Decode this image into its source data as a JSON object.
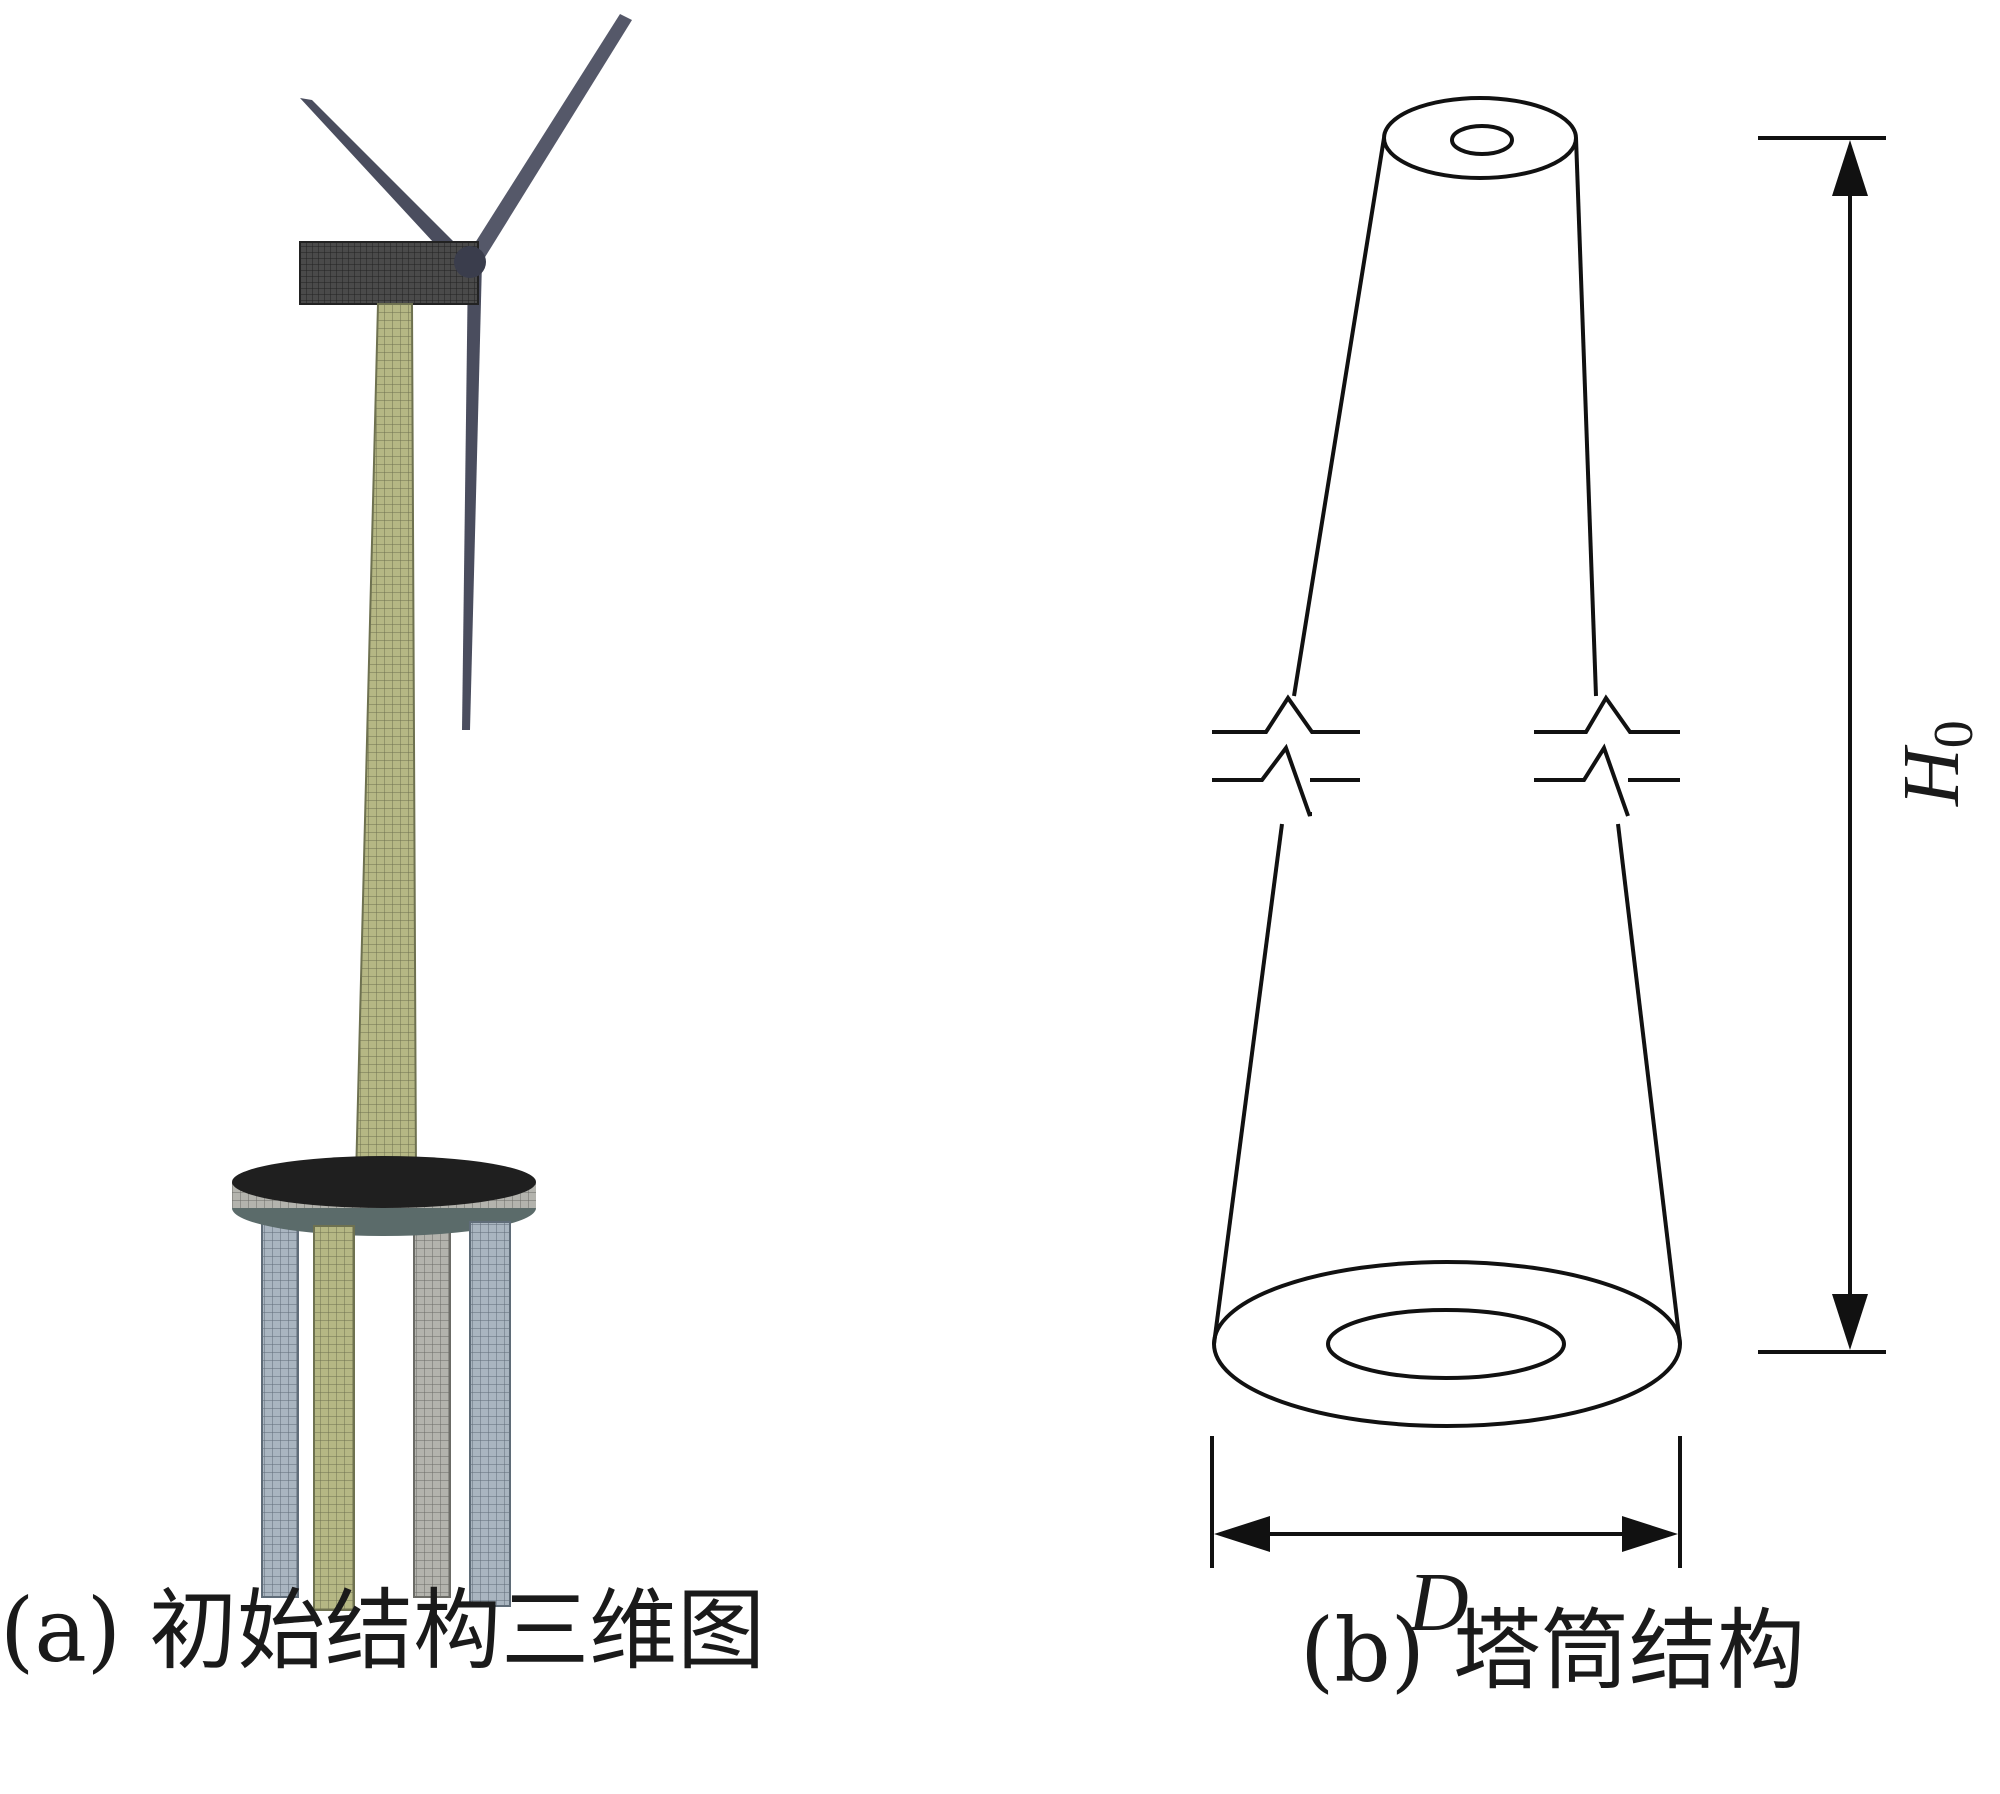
{
  "panel_a": {
    "caption": "(a)  初始结构三维图"
  },
  "panel_b": {
    "caption": "(b)  塔筒结构",
    "dim_height_label": "H",
    "dim_height_sub": "0",
    "dim_diameter_label": "D"
  },
  "colors": {
    "stroke": "#111111",
    "tower_mesh": "#a8ab78",
    "blade": "#4a4d5e",
    "nacelle": "#3a3a3a",
    "platform": "#2a2a2a",
    "pile_blue": "#8a9aa8",
    "pile_green": "#a7a874"
  }
}
